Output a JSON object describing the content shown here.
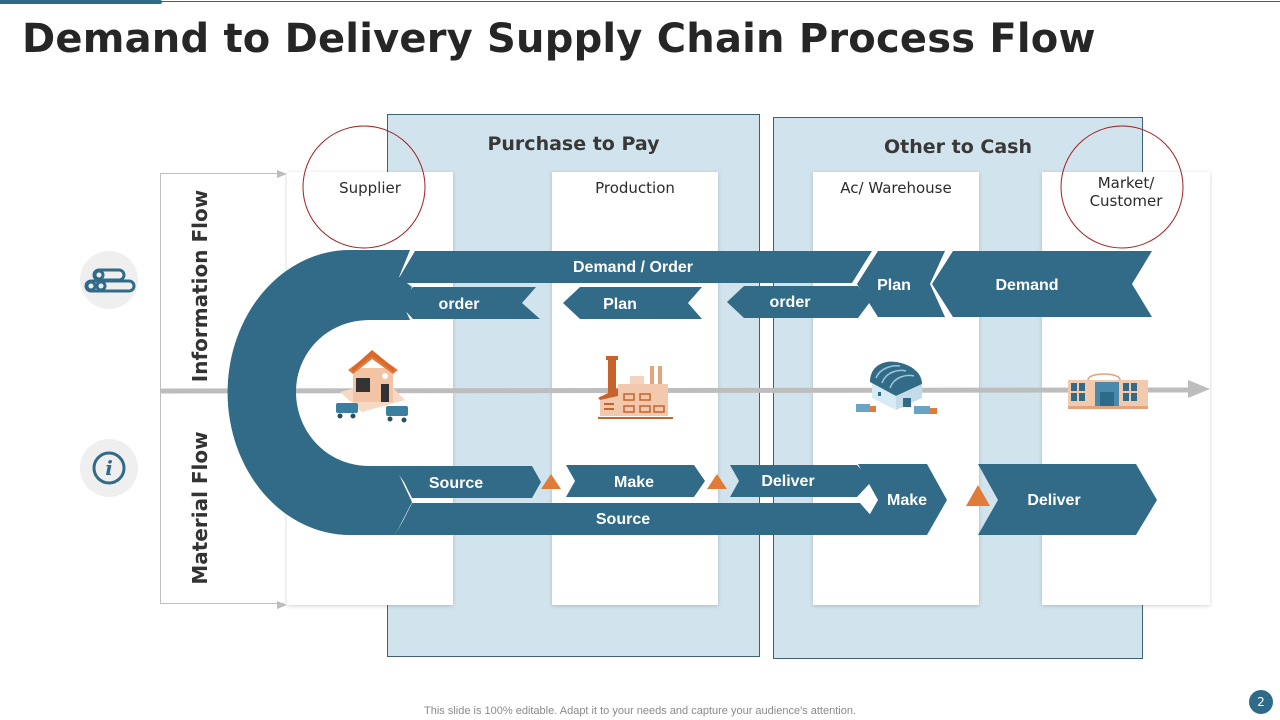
{
  "slide": {
    "title": "Demand to Delivery Supply Chain Process Flow",
    "page_number": "2",
    "footer": "This slide is 100% editable. Adapt it to your needs and capture your audience's attention.",
    "colors": {
      "primary": "#326b87",
      "panel": "#d1e3ec",
      "accent_orange": "#e07b39",
      "circle_outline": "#a32020",
      "flow_line": "#bdbdbd"
    }
  },
  "side": {
    "information_flow_label": "Information Flow",
    "material_flow_label": "Material Flow",
    "icons": [
      {
        "name": "logs-stack-icon"
      },
      {
        "name": "info-icon",
        "glyph": "i"
      }
    ]
  },
  "panels": [
    {
      "title": "Purchase to Pay"
    },
    {
      "title": "Other to Cash"
    }
  ],
  "columns": [
    {
      "label": "Supplier",
      "highlighted": true,
      "icon": "warehouse-with-trucks-icon"
    },
    {
      "label": "Production",
      "highlighted": false,
      "icon": "factory-icon"
    },
    {
      "label": "Ac/ Warehouse",
      "highlighted": false,
      "icon": "distribution-warehouse-icon"
    },
    {
      "label": "Market/ Customer",
      "label_line1": "Market/",
      "label_line2": "Customer",
      "highlighted": true,
      "icon": "store-building-icon"
    }
  ],
  "information_flow": {
    "long_arrow": "Demand / Order",
    "arrows": [
      "order",
      "Plan",
      "order",
      "Plan",
      "Demand"
    ]
  },
  "material_flow": {
    "long_arrow": "Source",
    "arrows": [
      "Source",
      "Make",
      "Deliver",
      "Make",
      "Deliver"
    ]
  }
}
